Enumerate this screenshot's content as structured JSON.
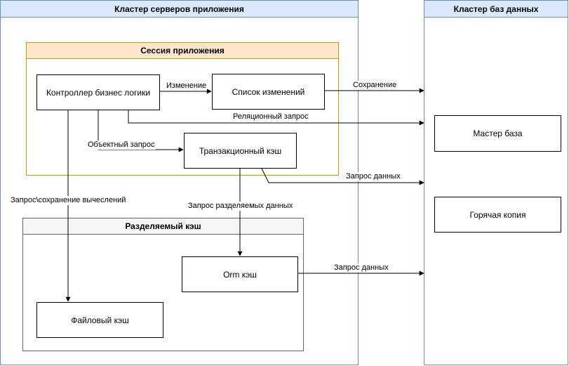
{
  "pools": {
    "app_cluster": "Кластер серверов приложения",
    "db_cluster": "Кластер баз данных"
  },
  "groups": {
    "session": "Сессия приложения",
    "shared_cache": "Разделяемый кэш"
  },
  "nodes": {
    "controller": "Контроллер бизнес логики",
    "change_list": "Список изменений",
    "tx_cache": "Транзакционный кэш",
    "orm_cache": "Orm кэш",
    "file_cache": "Файловый кэш",
    "master_db": "Мастер база",
    "hot_copy": "Горячая копия"
  },
  "edges": {
    "change": "Изменение",
    "save": "Сохранение",
    "relational_query": "Реляционный запрос",
    "object_query": "Объектный запрос",
    "data_query_1": "Запрос данных",
    "compute_query": "Запрос\\сохранение вычеслений",
    "shared_data_query": "Запрос разделяемых данных",
    "data_query_2": "Запрос данных"
  }
}
